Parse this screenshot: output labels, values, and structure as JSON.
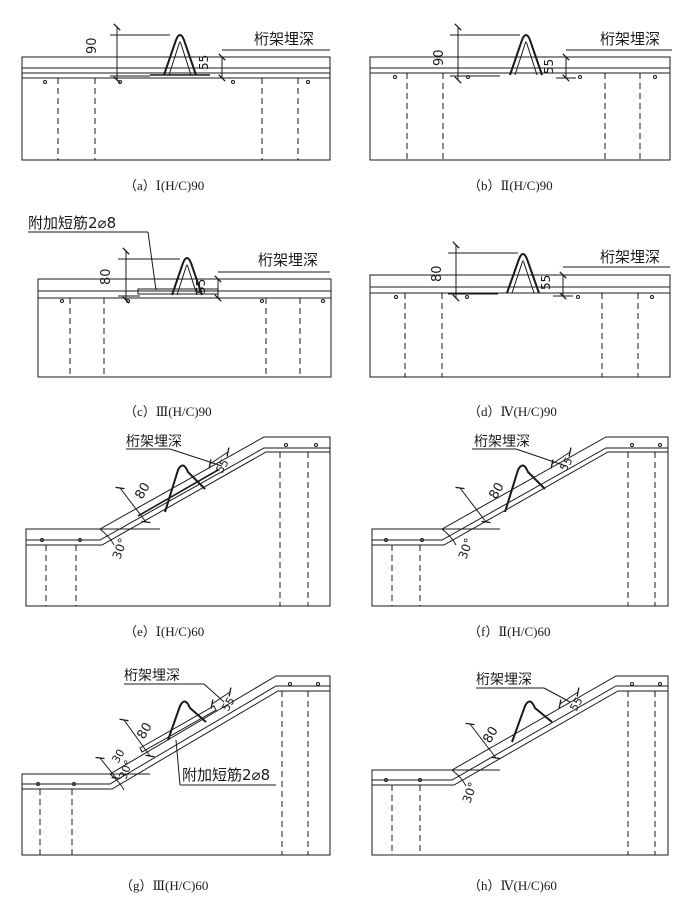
{
  "panels": [
    {
      "id": "a",
      "caption": "（a）Ⅰ(H/C)90",
      "label": "桁架埋深",
      "dim_height": "90",
      "dim_embed": "55"
    },
    {
      "id": "b",
      "caption": "（b）Ⅱ(H/C)90",
      "label": "桁架埋深",
      "dim_height": "90",
      "dim_embed": "55"
    },
    {
      "id": "c",
      "caption": "（c）Ⅲ(H/C)90",
      "label": "桁架埋深",
      "dim_height": "80",
      "dim_embed": "55",
      "extra_label": "附加短筋2⌀8"
    },
    {
      "id": "d",
      "caption": "（d）Ⅳ(H/C)90",
      "label": "桁架埋深",
      "dim_height": "80",
      "dim_embed": "55"
    },
    {
      "id": "e",
      "caption": "（e）Ⅰ(H/C)60",
      "label": "桁架埋深",
      "dim_height": "80",
      "dim_embed": "55",
      "angle": "30°"
    },
    {
      "id": "f",
      "caption": "（f）Ⅱ(H/C)60",
      "label": "桁架埋深",
      "dim_height": "80",
      "dim_embed": "55",
      "angle": "30°"
    },
    {
      "id": "g",
      "caption": "（g）Ⅲ(H/C)60",
      "label": "桁架埋深",
      "dim_height": "80",
      "dim_embed": "55",
      "dim_extra": "30",
      "angle": "30°",
      "extra_label": "附加短筋2⌀8"
    },
    {
      "id": "h",
      "caption": "（h）Ⅳ(H/C)60",
      "label": "桁架埋深",
      "dim_height": "80",
      "dim_embed": "55",
      "angle": "30°"
    }
  ],
  "colors": {
    "line": "#1a1a1a",
    "background": "#ffffff"
  }
}
